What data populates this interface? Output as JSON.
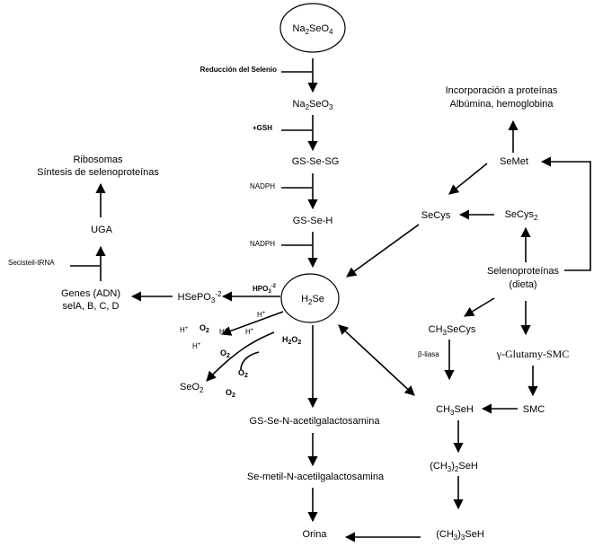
{
  "nodes": {
    "na2seo4": {
      "main": "Na",
      "sub1": "2",
      "mid": "SeO",
      "sub2": "4"
    },
    "na2seo3": {
      "main": "Na",
      "sub1": "2",
      "mid": "SeO",
      "sub2": "3"
    },
    "gs_se_sg": "GS-Se-SG",
    "gs_se_h": "GS-Se-H",
    "h2se": {
      "pre": "H",
      "sub": "2",
      "post": "Se"
    },
    "hsepo3": {
      "main": "HSePO",
      "sub": "3",
      "sup": "-2"
    },
    "genes": {
      "line1": "Genes (ADN)",
      "line2": "selA, B, C, D"
    },
    "uga": "UGA",
    "ribosomas": {
      "line1": "Ribosomas",
      "line2": "Síntesis de selenoproteínas"
    },
    "incorporacion": {
      "line1": "Incorporación a proteínas",
      "line2": "Albúmina, hemoglobina"
    },
    "semet": "SeMet",
    "secys": "SeCys",
    "secys2": {
      "main": "SeCys",
      "sub": "2"
    },
    "selenoproteinas": {
      "line1": "Selenoproteínas",
      "line2": "(dieta)"
    },
    "ch3secys": {
      "pre": "CH",
      "sub": "3",
      "post": "SeCys"
    },
    "gamma_smc": "γ-Glutamy-SMC",
    "smc": "SMC",
    "ch3seh": {
      "pre": "CH",
      "sub": "3",
      "post": "SeH"
    },
    "ch3_2seh": {
      "pre": "(CH",
      "sub1": "3",
      "mid": ")",
      "sub2": "2",
      "post": "SeH"
    },
    "ch3_3seh": {
      "pre": "(CH",
      "sub1": "3",
      "mid": ")",
      "sub2": "3",
      "post": "SeH"
    },
    "gs_se_nacetil": "GS-Se-N-acetilgalactosamina",
    "se_metil": "Se-metil-N-acetilgalactosamina",
    "orina": "Orina",
    "seo2": {
      "main": "SeO",
      "sub": "2"
    }
  },
  "labels": {
    "reduccion": "Reducción del Selenio",
    "gsh": "+GSH",
    "nadph1": "NADPH",
    "nadph2": "NADPH",
    "secisteil": "Secisteil-tRNA",
    "hpo3": {
      "main": "HPO",
      "sub": "3",
      "sup": "-2"
    },
    "h_plus": "H",
    "plus": "+",
    "o2": {
      "main": "O",
      "sub": "2"
    },
    "h2o2": {
      "pre": "H",
      "sub1": "2",
      "mid": "O",
      "sub2": "2"
    },
    "beta_liasa": "β-liasa"
  }
}
